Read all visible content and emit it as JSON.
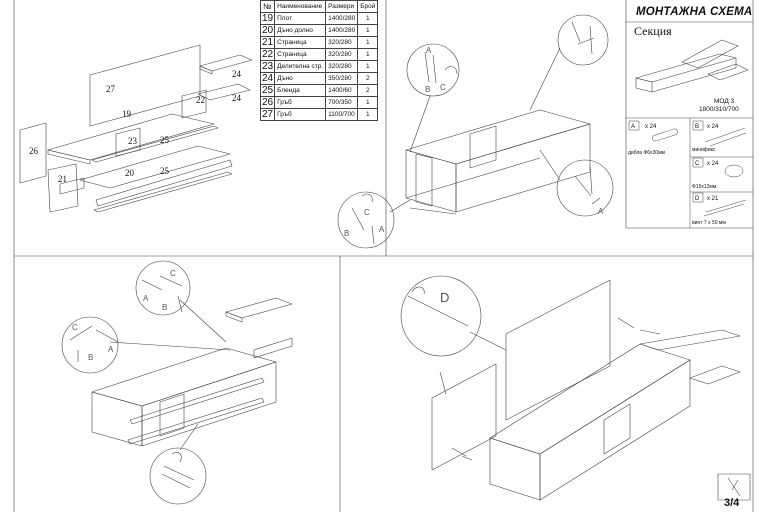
{
  "header": {
    "title": "МОНТАЖНА СХЕМА",
    "subtitle": "Секция",
    "model": "МОД 3",
    "dimensions": "1800/310/700"
  },
  "parts_table": {
    "headers": [
      "№",
      "Наименование",
      "Размери",
      "Брой"
    ],
    "rows": [
      {
        "no": "19",
        "name": "Плот",
        "size": "1400/280",
        "qty": "1"
      },
      {
        "no": "20",
        "name": "Дъно долно",
        "size": "1400/280",
        "qty": "1"
      },
      {
        "no": "21",
        "name": "Страница",
        "size": "320/280",
        "qty": "1"
      },
      {
        "no": "22",
        "name": "Страница",
        "size": "320/280",
        "qty": "1"
      },
      {
        "no": "23",
        "name": "Делителна стр.",
        "size": "320/280",
        "qty": "1"
      },
      {
        "no": "24",
        "name": "Дъно",
        "size": "350/280",
        "qty": "2"
      },
      {
        "no": "25",
        "name": "Бленда",
        "size": "1400/60",
        "qty": "2"
      },
      {
        "no": "26",
        "name": "Гръб",
        "size": "700/350",
        "qty": "1"
      },
      {
        "no": "27",
        "name": "Гръб",
        "size": "1100/700",
        "qty": "1"
      }
    ]
  },
  "hardware": [
    {
      "letter": "A",
      "qty": "x 24",
      "desc": "дибла Ф6х30мм"
    },
    {
      "letter": "B",
      "qty": "x 24",
      "desc": "минификс"
    },
    {
      "letter": "C",
      "qty": "x 24",
      "desc": "Ф15х12мм"
    },
    {
      "letter": "D",
      "qty": "x 21",
      "desc": "винт 7 х 50 мм"
    }
  ],
  "exploded_labels": {
    "p19": "19",
    "p20": "20",
    "p21": "21",
    "p22": "22",
    "p23": "23",
    "p24a": "24",
    "p24b": "24",
    "p25a": "25",
    "p25b": "25",
    "p26": "26",
    "p27": "27"
  },
  "callouts": {
    "a": "A",
    "b": "B",
    "c": "C",
    "d": "D"
  },
  "footer": {
    "page": "3/4"
  }
}
